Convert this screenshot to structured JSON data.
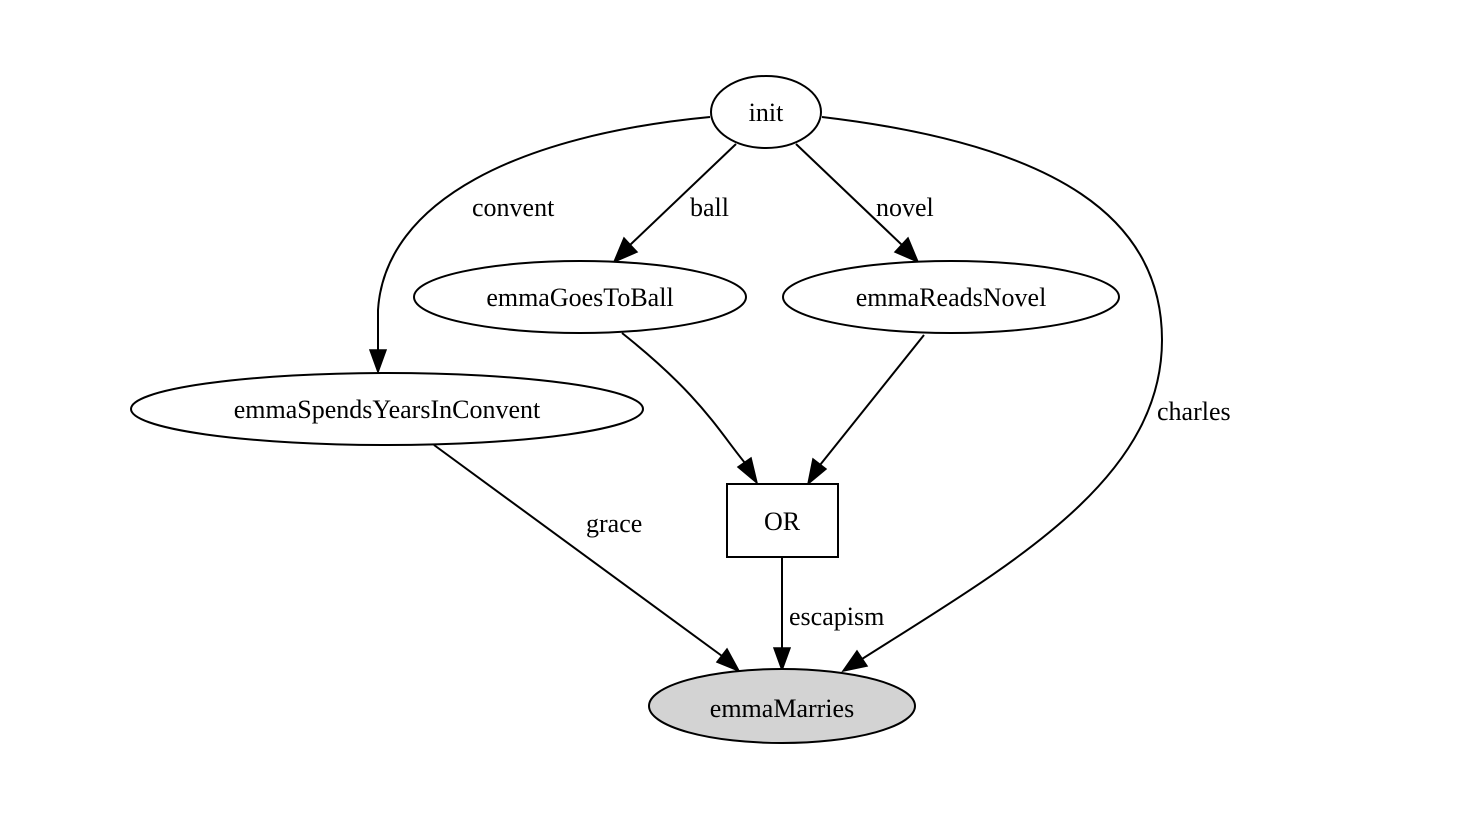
{
  "colors": {
    "stroke": "#000000",
    "node_fill": "#ffffff",
    "final_node_fill": "#d3d3d3",
    "background": "#ffffff"
  },
  "nodes": {
    "init": {
      "label": "init",
      "shape": "ellipse"
    },
    "emmaGoesToBall": {
      "label": "emmaGoesToBall",
      "shape": "ellipse"
    },
    "emmaReadsNovel": {
      "label": "emmaReadsNovel",
      "shape": "ellipse"
    },
    "emmaSpendsYearsInConvent": {
      "label": "emmaSpendsYearsInConvent",
      "shape": "ellipse"
    },
    "or": {
      "label": "OR",
      "shape": "box"
    },
    "emmaMarries": {
      "label": "emmaMarries",
      "shape": "ellipse",
      "filled": true
    }
  },
  "edges": {
    "convent": {
      "from": "init",
      "to": "emmaSpendsYearsInConvent",
      "label": "convent"
    },
    "ball": {
      "from": "init",
      "to": "emmaGoesToBall",
      "label": "ball"
    },
    "novel": {
      "from": "init",
      "to": "emmaReadsNovel",
      "label": "novel"
    },
    "charles": {
      "from": "init",
      "to": "emmaMarries",
      "label": "charles"
    },
    "ball_to_or": {
      "from": "emmaGoesToBall",
      "to": "or",
      "label": ""
    },
    "novel_to_or": {
      "from": "emmaReadsNovel",
      "to": "or",
      "label": ""
    },
    "grace": {
      "from": "emmaSpendsYearsInConvent",
      "to": "emmaMarries",
      "label": "grace"
    },
    "escapism": {
      "from": "or",
      "to": "emmaMarries",
      "label": "escapism"
    }
  }
}
